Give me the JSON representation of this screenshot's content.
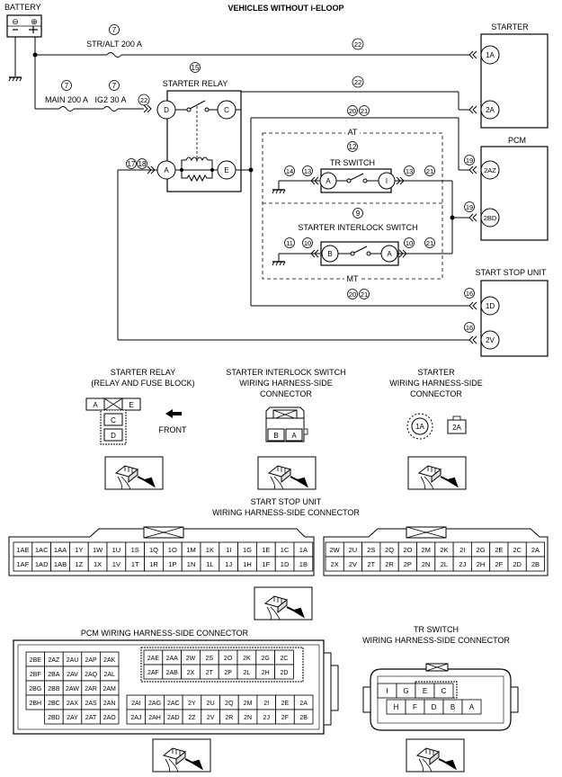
{
  "title": "VEHICLES WITHOUT i-ELOOP",
  "components": {
    "battery": "BATTERY",
    "starter": "STARTER",
    "pcm": "PCM",
    "start_stop_unit": "START STOP UNIT",
    "starter_relay": "STARTER RELAY",
    "tr_switch": "TR SWITCH",
    "starter_interlock_switch": "STARTER INTERLOCK SWITCH"
  },
  "fuses": {
    "str_alt": "STR/ALT 200 A",
    "main": "MAIN 200 A",
    "ig2": "IG2 30 A"
  },
  "group_labels": {
    "at": "AT",
    "mt": "MT"
  },
  "circled_numbers": {
    "n7": "7",
    "n15": "15",
    "n22": "22",
    "n20": "20",
    "n21": "21",
    "n12": "12",
    "n13": "13",
    "n14": "14",
    "n17": "17",
    "n18": "18",
    "n19": "19",
    "n9": "9",
    "n10": "10",
    "n11": "11",
    "n16": "16"
  },
  "terminals": {
    "starter_1a": "1A",
    "starter_2a": "2A",
    "pcm_2az": "2AZ",
    "pcm_2bd": "2BD",
    "ssu_1d": "1D",
    "ssu_2v": "2V",
    "relay_d": "D",
    "relay_c": "C",
    "relay_a": "A",
    "relay_e": "E",
    "tr_a": "A",
    "tr_i": "I",
    "sis_b": "B",
    "sis_a": "A",
    "battery_neg": "⊖",
    "battery_pos": "⊕"
  },
  "connector_views": {
    "starter_relay": {
      "title_line1": "STARTER RELAY",
      "title_line2": "(RELAY AND FUSE BLOCK)",
      "cells": [
        "A",
        "E",
        "C",
        "D"
      ],
      "front": "FRONT"
    },
    "starter_interlock": {
      "title_line1": "STARTER INTERLOCK SWITCH",
      "title_line2": "WIRING HARNESS-SIDE",
      "title_line3": "CONNECTOR",
      "cells": [
        "B",
        "A"
      ]
    },
    "starter": {
      "title_line1": "STARTER",
      "title_line2": "WIRING HARNESS-SIDE",
      "title_line3": "CONNECTOR",
      "cells": [
        "1A",
        "2A"
      ]
    },
    "start_stop_unit": {
      "title_line1": "START STOP UNIT",
      "title_line2": "WIRING HARNESS-SIDE CONNECTOR",
      "left_rows": [
        [
          "1AE",
          "1AC",
          "1AA",
          "1Y",
          "1W",
          "1U",
          "1S",
          "1Q",
          "1O",
          "1M",
          "1K",
          "1I",
          "1G",
          "1E",
          "1C",
          "1A"
        ],
        [
          "1AF",
          "1AD",
          "1AB",
          "1Z",
          "1X",
          "1V",
          "1T",
          "1R",
          "1P",
          "1N",
          "1L",
          "1J",
          "1H",
          "1F",
          "1D",
          "1B"
        ]
      ],
      "right_rows": [
        [
          "2W",
          "2U",
          "2S",
          "2Q",
          "2O",
          "2M",
          "2K",
          "2I",
          "2G",
          "2E",
          "2C",
          "2A"
        ],
        [
          "2X",
          "2V",
          "2T",
          "2R",
          "2P",
          "2N",
          "2L",
          "2J",
          "2H",
          "2F",
          "2D",
          "2B"
        ]
      ]
    },
    "pcm": {
      "title": "PCM WIRING HARNESS-SIDE CONNECTOR",
      "left_rows": [
        [
          "2BE",
          "2AZ",
          "2AU",
          "2AP",
          "2AK"
        ],
        [
          "2BF",
          "2BA",
          "2AV",
          "2AQ",
          "2AL"
        ],
        [
          "2BG",
          "2BB",
          "2AW",
          "2AR",
          "2AM"
        ],
        [
          "2BH",
          "2BC",
          "2AX",
          "2AS",
          "2AN"
        ],
        [
          "",
          "2BD",
          "2AY",
          "2AT",
          "2AO"
        ]
      ],
      "right_top_rows": [
        [
          "2AE",
          "2AA",
          "2W",
          "2S",
          "2O",
          "2K",
          "2G",
          "2C"
        ],
        [
          "2AF",
          "2AB",
          "2X",
          "2T",
          "2P",
          "2L",
          "2H",
          "2D"
        ]
      ],
      "right_bottom_rows": [
        [
          "2AI",
          "2AG",
          "2AC",
          "2Y",
          "2U",
          "2Q",
          "2M",
          "2I",
          "2E",
          "2A"
        ],
        [
          "2AJ",
          "2AH",
          "2AD",
          "2Z",
          "2V",
          "2R",
          "2N",
          "2J",
          "2F",
          "2B"
        ]
      ]
    },
    "tr_switch": {
      "title_line1": "TR SWITCH",
      "title_line2": "WIRING HARNESS-SIDE CONNECTOR",
      "top_row": [
        "I",
        "G",
        "E",
        "C"
      ],
      "bottom_row": [
        "H",
        "F",
        "D",
        "B",
        "A"
      ]
    }
  }
}
